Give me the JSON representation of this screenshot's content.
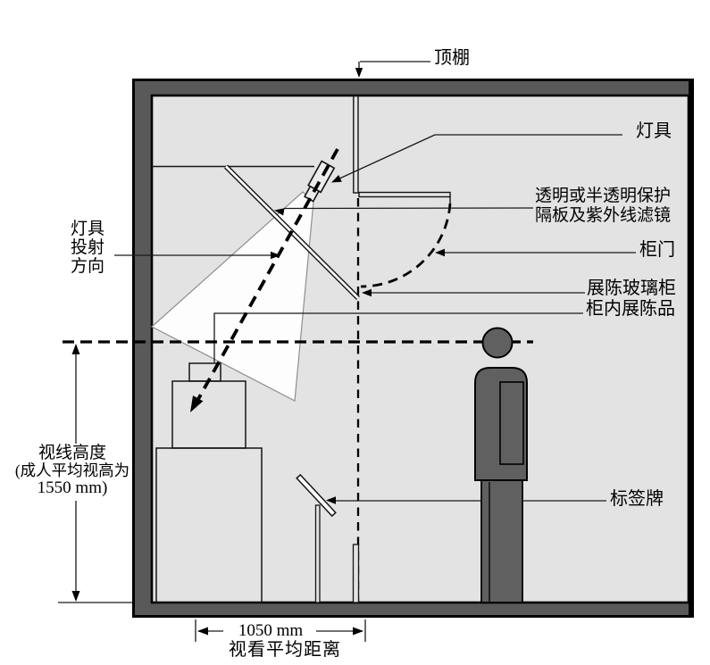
{
  "figure": {
    "title_hint": "museum display case lighting section diagram",
    "annotations": {
      "ceiling": "顶棚",
      "luminaire": "灯具",
      "uv_filter_line1": "透明或半透明保护",
      "uv_filter_line2": "隔板及紫外线滤镜",
      "cabinet_door": "柜门",
      "display_glass_case": "展陈玻璃柜",
      "exhibit_in_case": "柜内展陈品",
      "projection_dir_line1": "灯具",
      "projection_dir_line2": "投射",
      "projection_dir_line3": "方向",
      "sight_height_line1": "视线高度",
      "sight_height_line2": "(成人平均视高为",
      "sight_height_line3": "1550 mm)",
      "label_plate": "标签牌",
      "viewing_distance_value": "1050 mm",
      "viewing_distance_caption": "视看平均距离"
    },
    "colors": {
      "wall": "#595959",
      "interior": "#e3e3e3",
      "person": "#606060",
      "cone": "#fdfdfd",
      "line": "#000000"
    }
  }
}
